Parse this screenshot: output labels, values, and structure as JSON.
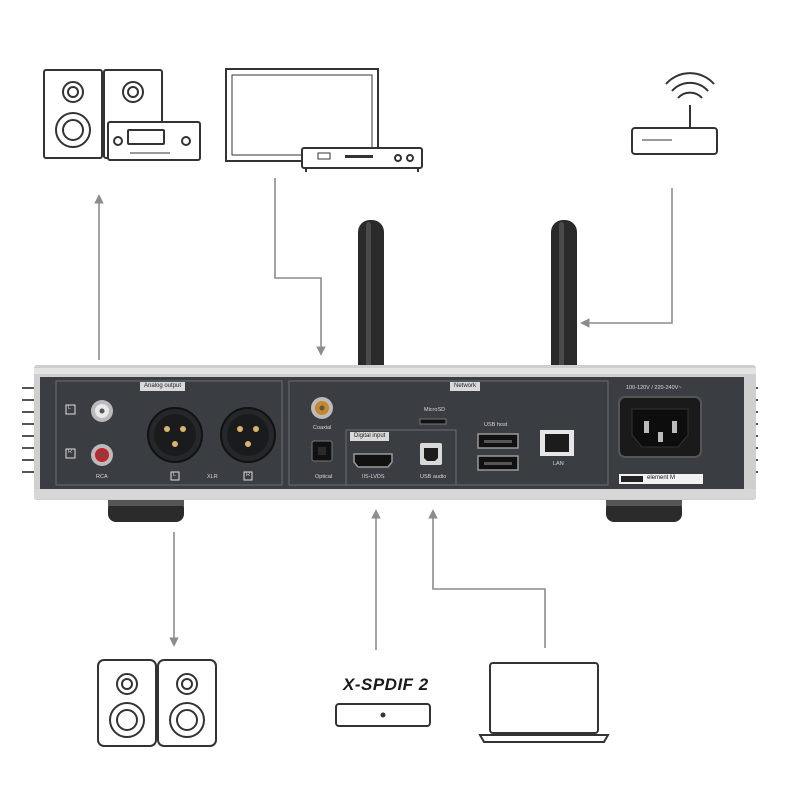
{
  "panel": {
    "analog_output_label": "Analog output",
    "network_label": "Network",
    "digital_input_label": "Digital input",
    "rca_label": "RCA",
    "xlr_label": "XLR",
    "coaxial_label": "Coaxial",
    "optical_label": "Optical",
    "iis_label": "IIS-LVDS",
    "usb_label": "USB audio",
    "microsd_label": "MicroSD",
    "usb_host_label": "USB host",
    "lan_label": "LAN",
    "power_label": "100-120V / 220-240V~",
    "model_label": "element M",
    "channel_left": "L",
    "channel_right": "R",
    "xlr_left": "L",
    "xlr_right": "R"
  },
  "devices": {
    "xspdif_brand": "X-SPDIF 2"
  },
  "colors": {
    "chassis": "#3a3d42",
    "silver": "#cfcfcf",
    "line": "#8c8c8c",
    "rca_white": "#e9e9e9",
    "rca_red": "#c0262b"
  }
}
